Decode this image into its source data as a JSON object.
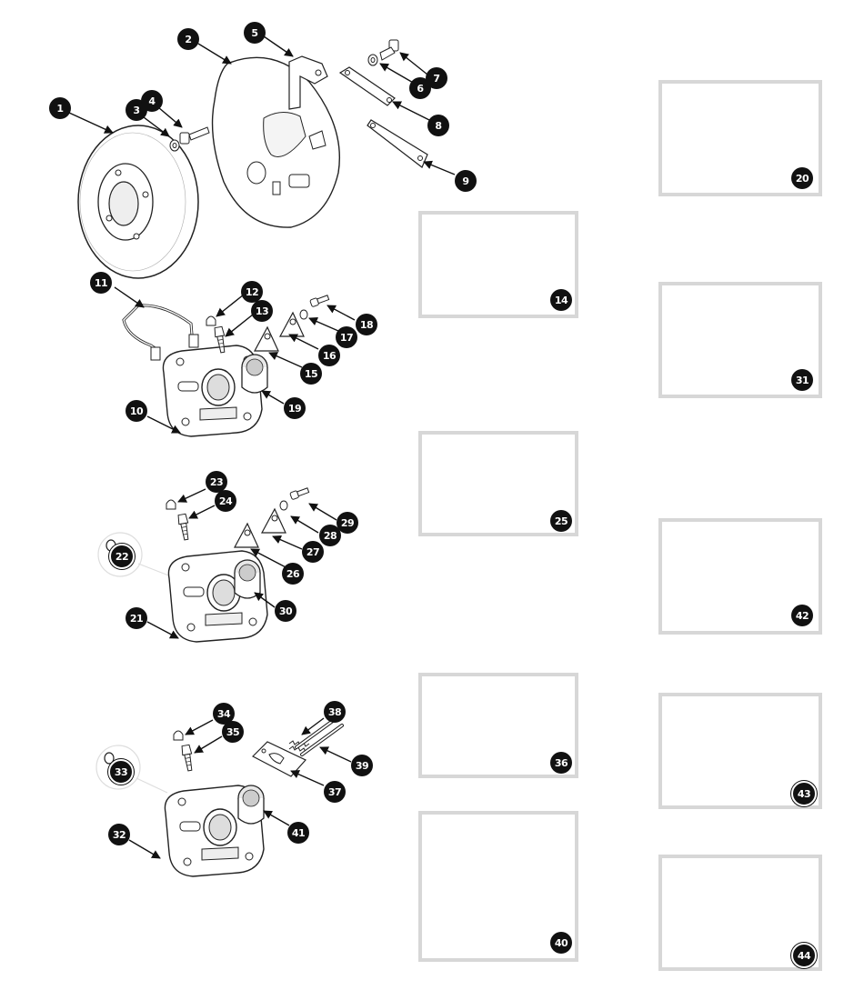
{
  "diagram": {
    "parts": [
      {
        "id": "1",
        "label": "1",
        "icon": "brake-disc-icon"
      },
      {
        "id": "2",
        "label": "2",
        "icon": "dust-shield-icon"
      },
      {
        "id": "3",
        "label": "3",
        "icon": "washer-icon"
      },
      {
        "id": "4",
        "label": "4",
        "icon": "bolt-icon"
      },
      {
        "id": "5",
        "label": "5",
        "icon": "bracket-icon"
      },
      {
        "id": "6",
        "label": "6",
        "icon": "washer-icon"
      },
      {
        "id": "7",
        "label": "7",
        "icon": "bolt-icon"
      },
      {
        "id": "8",
        "label": "8",
        "icon": "lock-tab-icon"
      },
      {
        "id": "9",
        "label": "9",
        "icon": "plate-icon"
      },
      {
        "id": "10",
        "label": "10",
        "icon": "caliper-icon"
      },
      {
        "id": "11",
        "label": "11",
        "icon": "bridge-pipe-icon"
      },
      {
        "id": "12",
        "label": "12",
        "icon": "bleed-cap-icon"
      },
      {
        "id": "13",
        "label": "13",
        "icon": "bleed-screw-icon"
      },
      {
        "id": "14",
        "label": "14",
        "icon": "brake-pads-icon"
      },
      {
        "id": "15",
        "label": "15",
        "icon": "pad-retainer-icon"
      },
      {
        "id": "16",
        "label": "16",
        "icon": "pad-retainer-icon"
      },
      {
        "id": "17",
        "label": "17",
        "icon": "washer-icon"
      },
      {
        "id": "18",
        "label": "18",
        "icon": "bolt-icon"
      },
      {
        "id": "19",
        "label": "19",
        "icon": "piston-icon"
      },
      {
        "id": "20",
        "label": "20",
        "icon": "seal-kit-icon"
      },
      {
        "id": "21",
        "label": "21",
        "icon": "caliper-icon"
      },
      {
        "id": "22",
        "label": "22",
        "icon": "seal-ring-icon"
      },
      {
        "id": "23",
        "label": "23",
        "icon": "bleed-cap-icon"
      },
      {
        "id": "24",
        "label": "24",
        "icon": "bleed-screw-icon"
      },
      {
        "id": "25",
        "label": "25",
        "icon": "brake-pads-icon"
      },
      {
        "id": "26",
        "label": "26",
        "icon": "pad-retainer-icon"
      },
      {
        "id": "27",
        "label": "27",
        "icon": "pad-retainer-icon"
      },
      {
        "id": "28",
        "label": "28",
        "icon": "washer-icon"
      },
      {
        "id": "29",
        "label": "29",
        "icon": "bolt-icon"
      },
      {
        "id": "30",
        "label": "30",
        "icon": "piston-icon"
      },
      {
        "id": "31",
        "label": "31",
        "icon": "seal-kit-icon"
      },
      {
        "id": "32",
        "label": "32",
        "icon": "caliper-icon"
      },
      {
        "id": "33",
        "label": "33",
        "icon": "seal-ring-icon"
      },
      {
        "id": "34",
        "label": "34",
        "icon": "bleed-cap-icon"
      },
      {
        "id": "35",
        "label": "35",
        "icon": "bleed-screw-icon"
      },
      {
        "id": "36",
        "label": "36",
        "icon": "brake-pads-icon"
      },
      {
        "id": "37",
        "label": "37",
        "icon": "anti-squeal-shim-icon"
      },
      {
        "id": "38",
        "label": "38",
        "icon": "spring-clip-icon"
      },
      {
        "id": "39",
        "label": "39",
        "icon": "retaining-pin-icon"
      },
      {
        "id": "40",
        "label": "40",
        "icon": "fitting-kit-icon"
      },
      {
        "id": "41",
        "label": "41",
        "icon": "piston-icon"
      },
      {
        "id": "42",
        "label": "42",
        "icon": "seal-kit-icon"
      },
      {
        "id": "43",
        "label": "43",
        "icon": "performance-pads-icon"
      },
      {
        "id": "44",
        "label": "44",
        "icon": "performance-pads-icon"
      }
    ]
  },
  "colors": {
    "callout_fill": "#111111",
    "callout_text": "#ffffff",
    "line_art": "#222222",
    "kit_frame": "#d7d7d7",
    "dark_pad": "#4a4d4e"
  }
}
